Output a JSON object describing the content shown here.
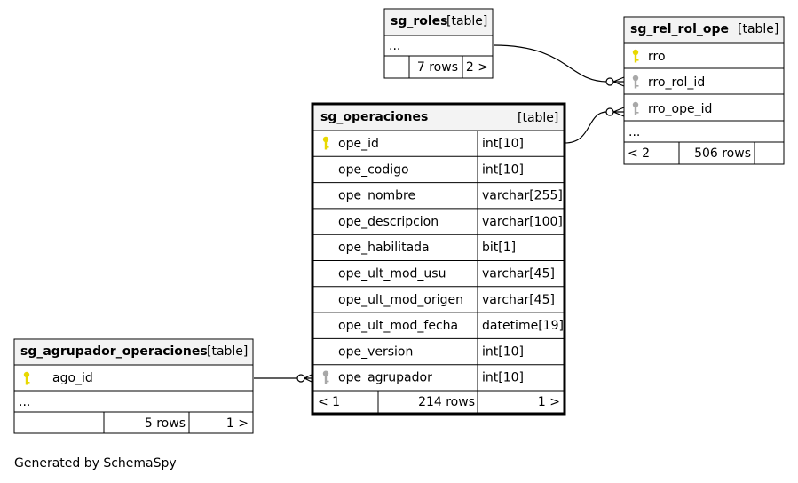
{
  "tables": {
    "sg_roles": {
      "name": "sg_roles",
      "kind": "[table]",
      "ellipsis": "...",
      "rows_count": "7 rows",
      "children_nav": "2 >"
    },
    "sg_rel_rol_ope": {
      "name": "sg_rel_rol_ope",
      "kind": "[table]",
      "columns": [
        {
          "name": "rro",
          "key": "primary"
        },
        {
          "name": "rro_rol_id",
          "key": "foreign"
        },
        {
          "name": "rro_ope_id",
          "key": "foreign"
        }
      ],
      "ellipsis": "...",
      "parents_nav": "< 2",
      "rows_count": "506 rows"
    },
    "sg_operaciones": {
      "name": "sg_operaciones",
      "kind": "[table]",
      "columns": [
        {
          "name": "ope_id",
          "type": "int[10]",
          "key": "primary"
        },
        {
          "name": "ope_codigo",
          "type": "int[10]",
          "key": ""
        },
        {
          "name": "ope_nombre",
          "type": "varchar[255]",
          "key": ""
        },
        {
          "name": "ope_descripcion",
          "type": "varchar[100]",
          "key": ""
        },
        {
          "name": "ope_habilitada",
          "type": "bit[1]",
          "key": ""
        },
        {
          "name": "ope_ult_mod_usu",
          "type": "varchar[45]",
          "key": ""
        },
        {
          "name": "ope_ult_mod_origen",
          "type": "varchar[45]",
          "key": ""
        },
        {
          "name": "ope_ult_mod_fecha",
          "type": "datetime[19]",
          "key": ""
        },
        {
          "name": "ope_version",
          "type": "int[10]",
          "key": ""
        },
        {
          "name": "ope_agrupador",
          "type": "int[10]",
          "key": "foreign"
        }
      ],
      "parents_nav": "< 1",
      "rows_count": "214 rows",
      "children_nav": "1 >"
    },
    "sg_agrupador_operaciones": {
      "name": "sg_agrupador_operaciones",
      "kind": "[table]",
      "columns": [
        {
          "name": "ago_id",
          "key": "primary"
        }
      ],
      "ellipsis": "...",
      "rows_count": "5 rows",
      "children_nav": "1 >"
    }
  },
  "colors": {
    "primary_key": "#e8d800",
    "foreign_key": "#a8a8a8",
    "header_bg": "#f3f3f3",
    "border": "#000000"
  },
  "footer": "Generated by SchemaSpy"
}
